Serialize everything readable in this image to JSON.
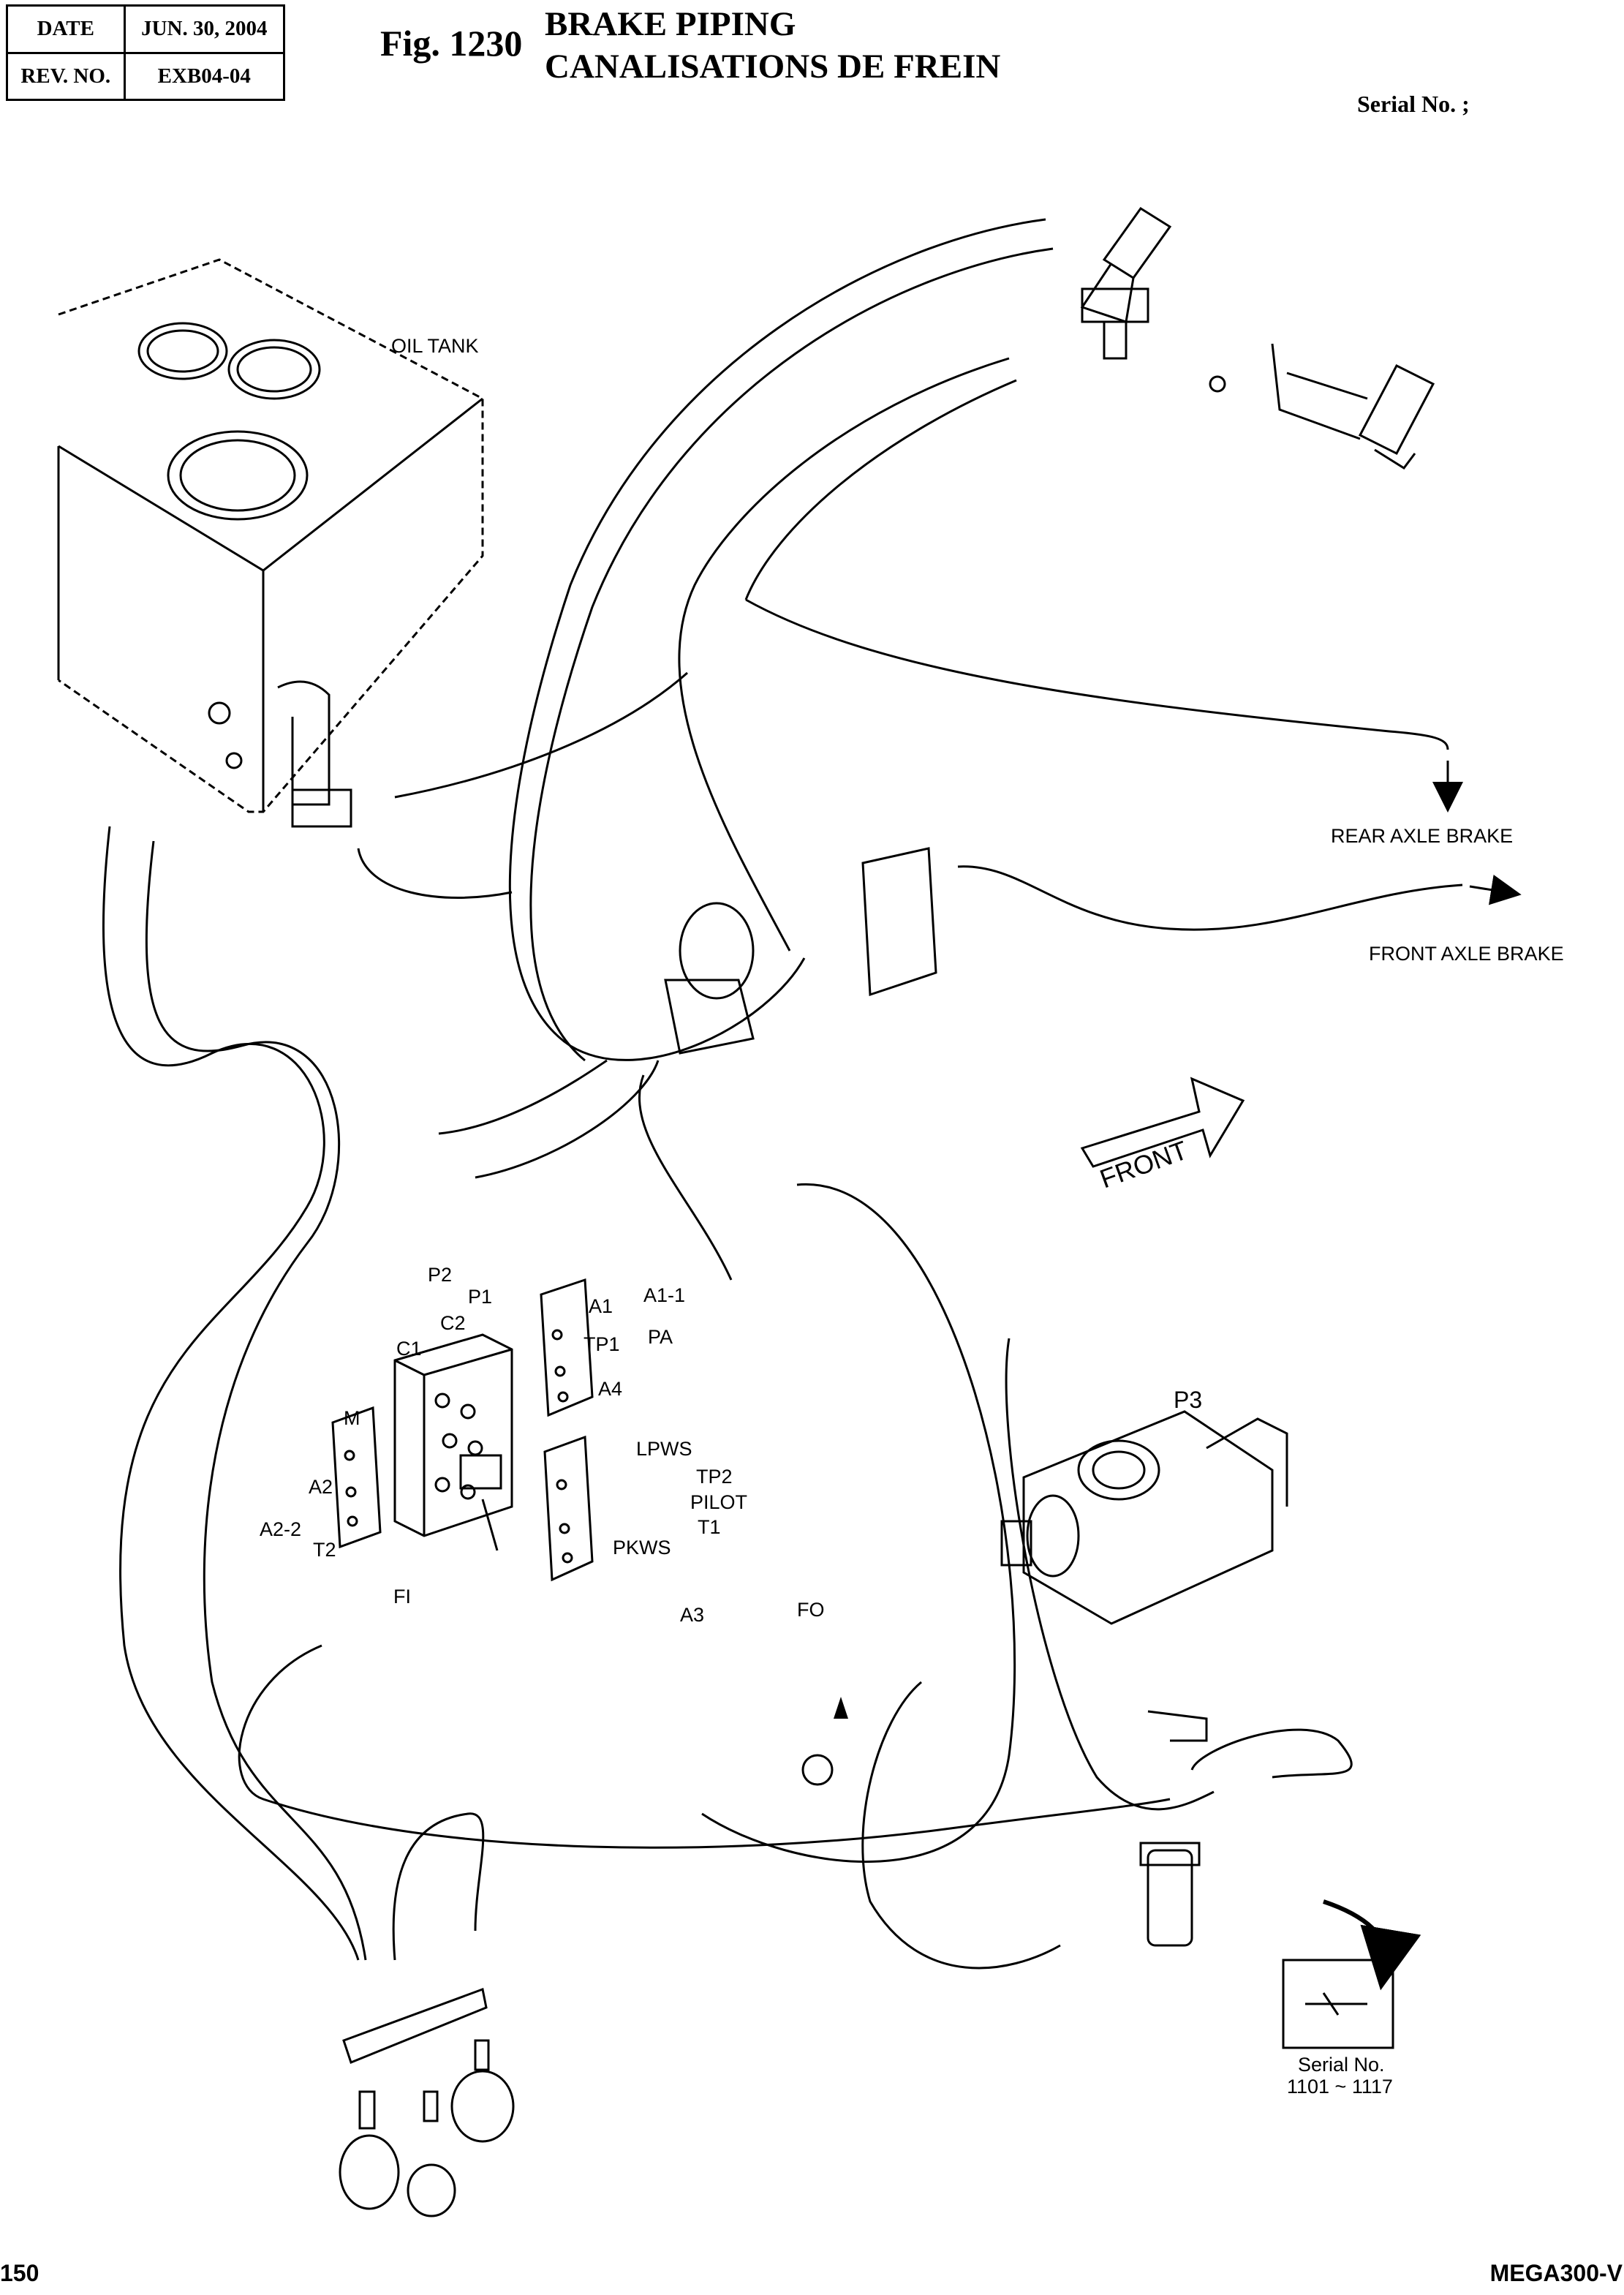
{
  "header": {
    "date_label": "DATE",
    "date_value": "JUN. 30, 2004",
    "rev_label": "REV. NO.",
    "rev_value": "EXB04-04"
  },
  "figure": {
    "number": "Fig. 1230",
    "title_en": "BRAKE PIPING",
    "title_fr": "CANALISATIONS DE FREIN",
    "serial": "Serial No. ;"
  },
  "labels": {
    "oil_tank": "OIL TANK",
    "rear_axle_brake": "REAR AXLE BRAKE",
    "front_axle_brake": "FRONT AXLE BRAKE",
    "front": "FRONT",
    "p3": "P3",
    "p2": "P2",
    "p1": "P1",
    "c1": "C1",
    "c2": "C2",
    "m": "M",
    "a2": "A2",
    "a2_2": "A2-2",
    "t2": "T2",
    "fi": "FI",
    "a1": "A1",
    "a1_1": "A1-1",
    "tp1": "TP1",
    "pa": "PA",
    "a4": "A4",
    "lpws": "LPWS",
    "tp2": "TP2",
    "pilot": "PILOT",
    "t1": "T1",
    "pkws": "PKWS",
    "a3": "A3",
    "fo": "FO",
    "inset_serial": "Serial No.",
    "inset_range": "1101 ~ 1117"
  },
  "footer": {
    "page": "150",
    "model": "MEGA300-V"
  }
}
